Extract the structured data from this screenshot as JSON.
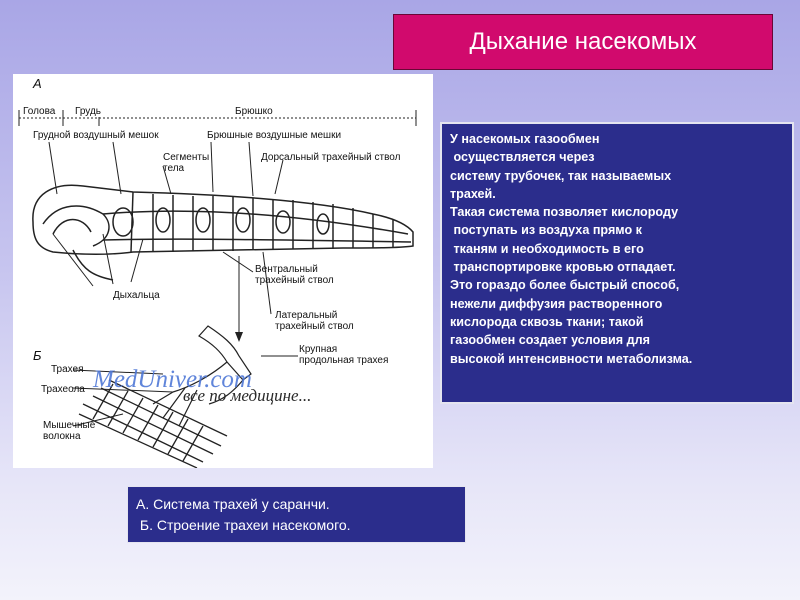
{
  "slide": {
    "title": "Дыхание насекомых"
  },
  "figure": {
    "panel_a_letter": "А",
    "panel_b_letter": "Б",
    "labels": {
      "head": "Голова",
      "thorax": "Грудь",
      "abdomen": "Брюшко",
      "thoracic_air_sac": "Грудной воздушный мешок",
      "body_segments": "Сегменты\nтела",
      "abdominal_air_sacs": "Брюшные воздушные мешки",
      "dorsal_trunk": "Дорсальный трахейный ствол",
      "spiracles": "Дыхальца",
      "ventral_trunk": "Вентральный\nтрахейный ствол",
      "lateral_trunk": "Латеральный\nтрахейный ствол",
      "large_trachea": "Крупная\nпродольная трахея",
      "trachea": "Трахея",
      "tracheole": "Трахеола",
      "muscle_fibers": "Мышечные\nволокна"
    },
    "watermark": "MedUniver.com",
    "watermark_sub": "все по медицине..."
  },
  "info_box": {
    "lines": [
      "У насекомых газообмен",
      " осуществляется через",
      "систему трубочек, так называемых",
      "трахей.",
      "Такая система позволяет кислороду",
      " поступать из воздуха прямо к",
      " тканям и необходимость в его",
      " транспортировке кровью отпадает.",
      "Это гораздо более быстрый способ,",
      "нежели диффузия растворенного",
      "кислорода сквозь ткани; такой",
      "газообмен создает условия для",
      "высокой интенсивности метаболизма."
    ]
  },
  "caption": {
    "line_a": "А. Система трахей у саранчи.",
    "line_b": " Б. Строение трахеи насекомого."
  }
}
